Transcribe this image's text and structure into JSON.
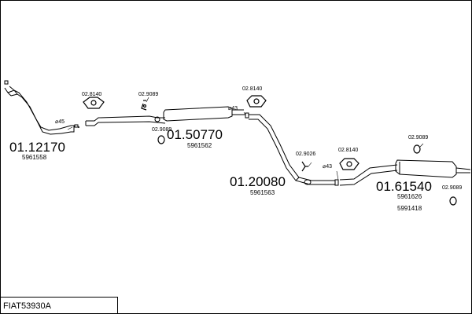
{
  "title": "FIAT53930A",
  "parts": [
    {
      "number": "01.12170",
      "ref": "5961558"
    },
    {
      "number": "01.50770",
      "ref": "5961562"
    },
    {
      "number": "01.20080",
      "ref": "5961563"
    },
    {
      "number": "01.61540",
      "ref": "5961626",
      "ref2": "5991418"
    }
  ],
  "fittings": {
    "clamp_a": "02.8140",
    "clamp_b": "02.9089",
    "clamp_c": "02.9089",
    "clamp_d": "02.8140",
    "clamp_e": "02.9026",
    "clamp_f": "02.8140",
    "clamp_g": "02.9089",
    "clamp_h": "02.9089"
  },
  "diameters": {
    "d1": "⌀45",
    "d2": "⌀43",
    "d3": "⌀43"
  }
}
